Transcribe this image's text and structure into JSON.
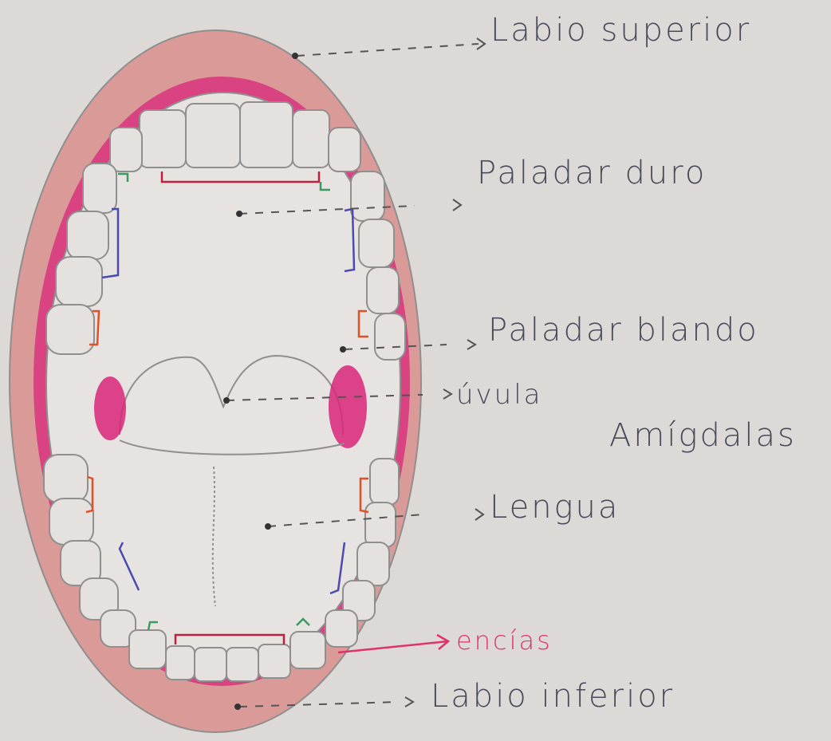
{
  "labels": {
    "labio_superior": "Labio superior",
    "paladar_duro": "Paladar duro",
    "paladar_blando": "Paladar blando",
    "uvula": "úvula",
    "amigdalas": "Amígdalas",
    "lengua": "Lengua",
    "encias": "encías",
    "labio_inferior": "Labio inferior"
  },
  "colors": {
    "paper": "#ddd9d6",
    "lip": "#d99a98",
    "gum": "#d8267a",
    "outline": "#8f8f8f",
    "tooth": "#e4e1de",
    "tongue": "#e6e3e0",
    "text": "#4a4a5a",
    "encias_arrow": "#e0336a",
    "bracket_blue": "#4a4ab0",
    "bracket_red": "#e0502a",
    "bracket_green": "#3a9a60",
    "bracket_crimson": "#c02040"
  }
}
